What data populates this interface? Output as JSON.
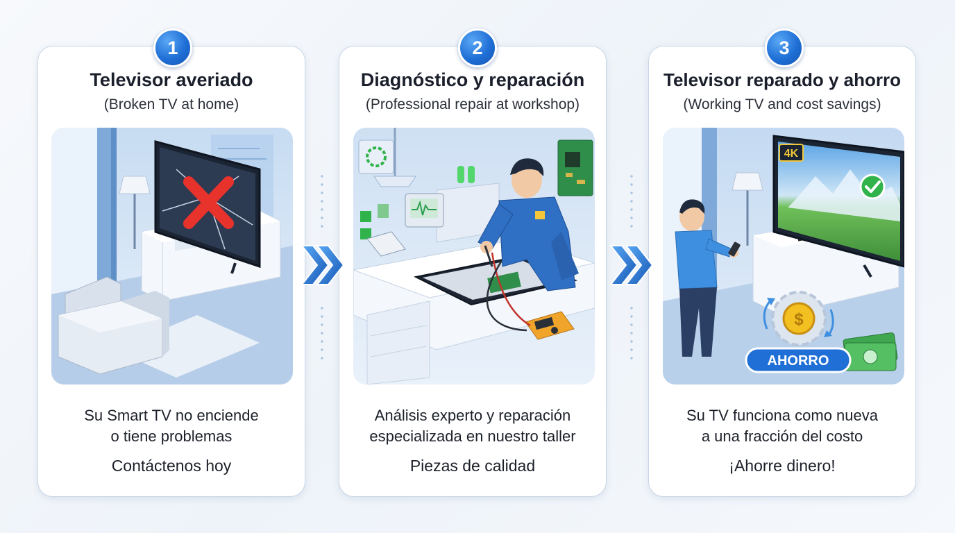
{
  "steps": [
    {
      "number": "1",
      "title": "Televisor averiado",
      "subtitle": "(Broken TV at home)",
      "description_line1": "Su Smart TV no enciende",
      "description_line2": "o tiene problemas",
      "tagline": "Contáctenos hoy"
    },
    {
      "number": "2",
      "title": "Diagnóstico y reparación",
      "subtitle": "(Professional repair at workshop)",
      "description_line1": "Análisis experto y reparación",
      "description_line2": "especializada en nuestro taller",
      "tagline": "Piezas de calidad"
    },
    {
      "number": "3",
      "title": "Televisor reparado y ahorro",
      "subtitle": "(Working TV and cost savings)",
      "description_line1": "Su TV funciona como nueva",
      "description_line2": "a una fracción del costo",
      "tagline": "¡Ahorre dinero!",
      "tv_badge": "4K",
      "savings_label": "AHORRO"
    }
  ],
  "colors": {
    "accent_blue": "#1f6fd6",
    "card_border": "#c9d6e6",
    "error_red": "#e8322c",
    "success_green": "#2fb34a"
  },
  "icons": [
    "broken-tv-icon",
    "red-x-icon",
    "technician-icon",
    "multimeter-icon",
    "checkmark-icon",
    "coin-icon",
    "banknote-icon",
    "chevron-double-right-icon"
  ]
}
